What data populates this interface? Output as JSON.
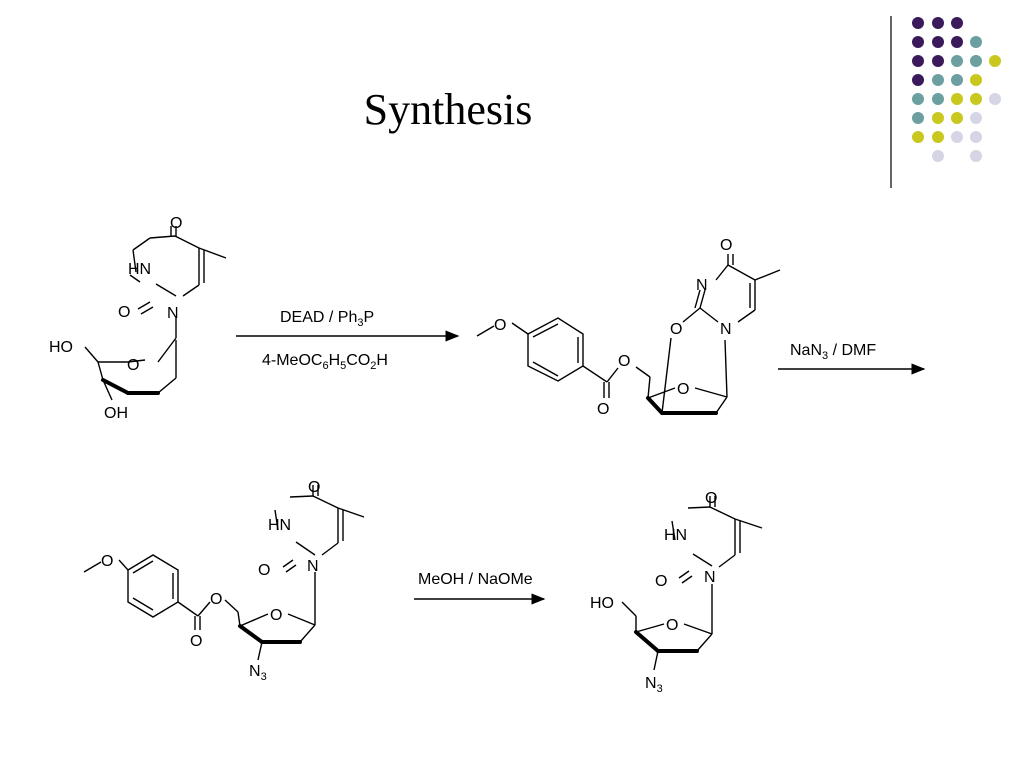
{
  "slide": {
    "title": "Synthesis"
  },
  "theme": {
    "divider_color": "#333333",
    "dot_colors": {
      "purple": "#3b1a5c",
      "teal": "#6b9fa0",
      "yellow": "#c8c81e",
      "lavender": "#d5d5e6"
    }
  },
  "atoms": {
    "O": "O",
    "N": "N",
    "HN": "HN",
    "HO": "HO",
    "OH": "OH",
    "N3_main": "N",
    "N3_sub": "3"
  },
  "reagents": {
    "step1_top": {
      "main": "DEAD / Ph",
      "sub": "3",
      "tail": "P"
    },
    "step1_bottom": {
      "p1": "4-MeOC",
      "s1": "6",
      "p2": "H",
      "s2": "5",
      "p3": "CO",
      "s3": "2",
      "p4": "H"
    },
    "step2": {
      "main": "NaN",
      "sub": "3",
      "tail": " / DMF"
    },
    "step3": {
      "text": "MeOH / NaOMe"
    }
  }
}
